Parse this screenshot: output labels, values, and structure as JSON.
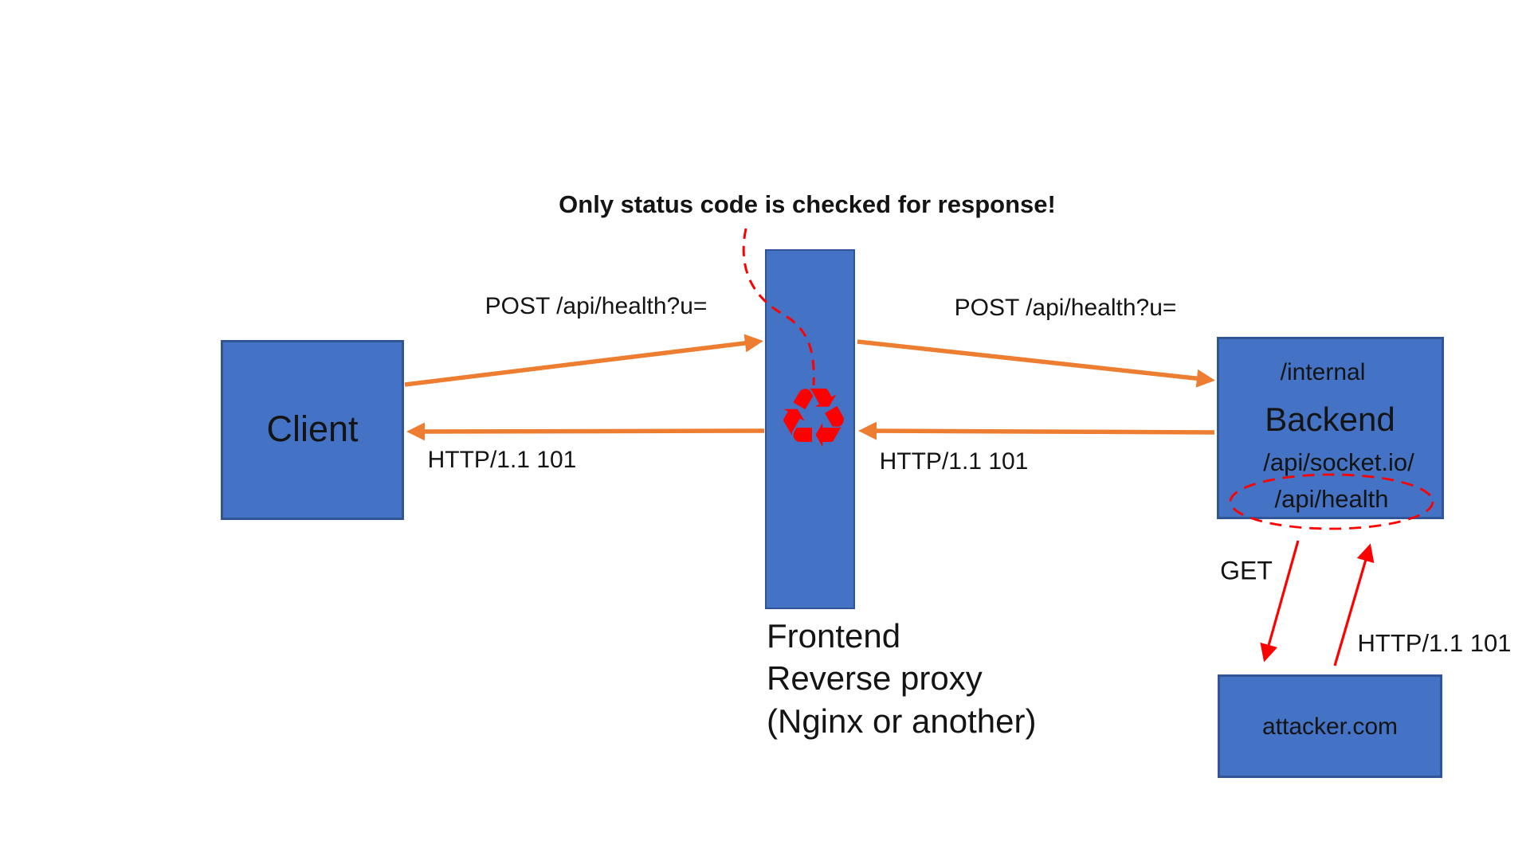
{
  "title": "Reverse proxy WebSocket smuggling diagram",
  "annotation": {
    "text": "Only status code is checked for response!"
  },
  "nodes": {
    "client": {
      "label": "Client"
    },
    "proxy": {
      "caption_lines": [
        "Frontend",
        "Reverse proxy",
        "(Nginx or another)"
      ]
    },
    "backend": {
      "route_top": "/internal",
      "label": "Backend",
      "route_mid": "/api/socket.io/",
      "route_bottom": "/api/health"
    },
    "attacker": {
      "label": "attacker.com"
    }
  },
  "edges": {
    "client_to_proxy": {
      "label": "POST /api/health?u=",
      "color": "#ed7d31"
    },
    "proxy_to_backend": {
      "label": "POST /api/health?u=",
      "color": "#ed7d31"
    },
    "backend_to_proxy": {
      "label": "HTTP/1.1 101",
      "color": "#ed7d31"
    },
    "proxy_to_client": {
      "label": "HTTP/1.1 101",
      "color": "#ed7d31"
    },
    "backend_to_attacker": {
      "label": "GET",
      "color": "#ff0000"
    },
    "attacker_to_backend": {
      "label": "HTTP/1.1 101",
      "color": "#ff0000"
    }
  },
  "icons": {
    "recycle": "♻"
  },
  "colors": {
    "box_fill": "#4472c4",
    "box_border": "#2f5597",
    "arrow_orange": "#ed7d31",
    "accent_red": "#ff0000",
    "text": "#141414",
    "background": "#ffffff"
  }
}
